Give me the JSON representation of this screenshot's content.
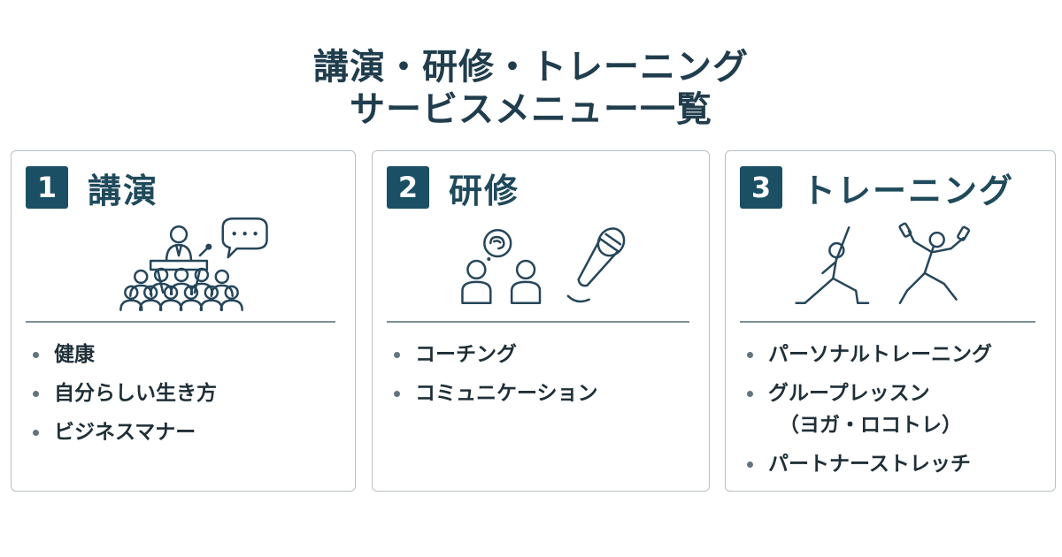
{
  "page": {
    "title_line1": "講演・研修・トレーニング",
    "title_line2": "サービスメニュー一覧"
  },
  "cards": [
    {
      "number": "1",
      "title": "講演",
      "icon": "lecture-audience-icon",
      "items": [
        "健康",
        "自分らしい生き方",
        "ビジネスマナー"
      ]
    },
    {
      "number": "2",
      "title": "研修",
      "icon": "coaching-microphone-icon",
      "items": [
        "コーチング",
        "コミュニケーション"
      ]
    },
    {
      "number": "3",
      "title": "トレーニング",
      "icon": "exercise-figures-icon",
      "items": [
        "パーソナルトレーニング",
        "グループレッスン",
        "（ヨガ・ロコトレ）",
        "パートナーストレッチ"
      ]
    }
  ],
  "colors": {
    "accent": "#1b4f63",
    "heading": "#203d4d",
    "text": "#1f2f38",
    "border": "#b9c1c6"
  }
}
